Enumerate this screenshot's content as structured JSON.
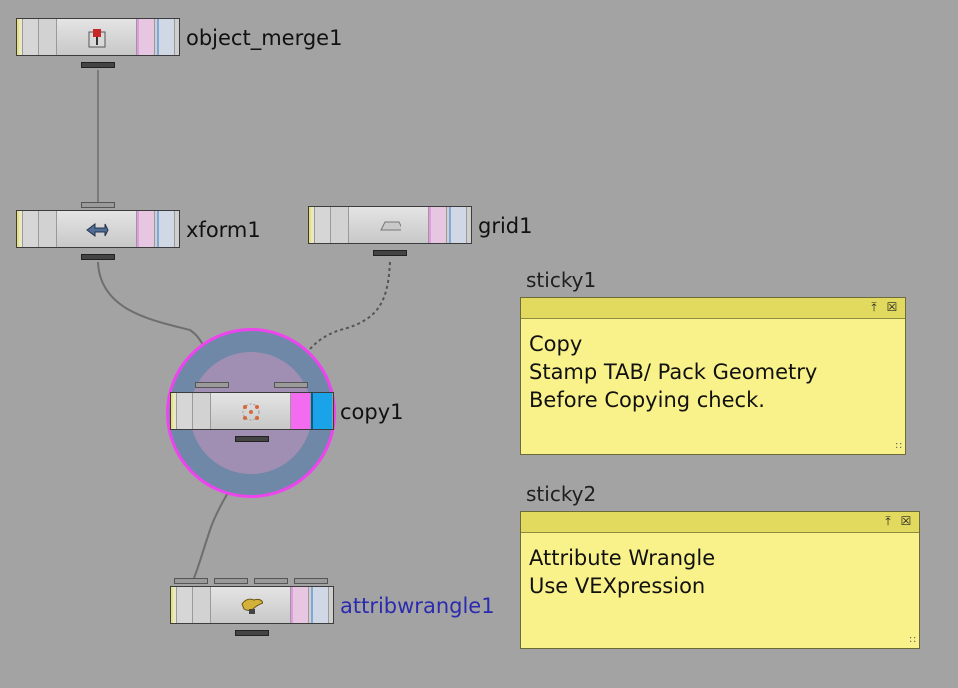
{
  "nodes": {
    "object_merge": {
      "label": "object_merge1",
      "icon": "object-merge-icon"
    },
    "xform": {
      "label": "xform1",
      "icon": "transform-icon"
    },
    "grid": {
      "label": "grid1",
      "icon": "grid-icon"
    },
    "copy": {
      "label": "copy1",
      "icon": "copy-stamp-icon"
    },
    "attribwrangle": {
      "label": "attribwrangle1",
      "icon": "wrangle-icon"
    }
  },
  "stickies": [
    {
      "title": "sticky1",
      "text": "Copy\nStamp TAB/ Pack Geometry\nBefore Copying check."
    },
    {
      "title": "sticky2",
      "text": "Attribute Wrangle\nUse VEXpression"
    }
  ],
  "colors": {
    "background": "#a3a3a3",
    "sticky_body": "#f9f28a",
    "sticky_bar": "#e2da5f",
    "selected_ring": "#ee44ee",
    "display_flag": "#1aa3e8",
    "render_flag": "#f36cf0",
    "current_node_label": "#2b2bb0"
  }
}
